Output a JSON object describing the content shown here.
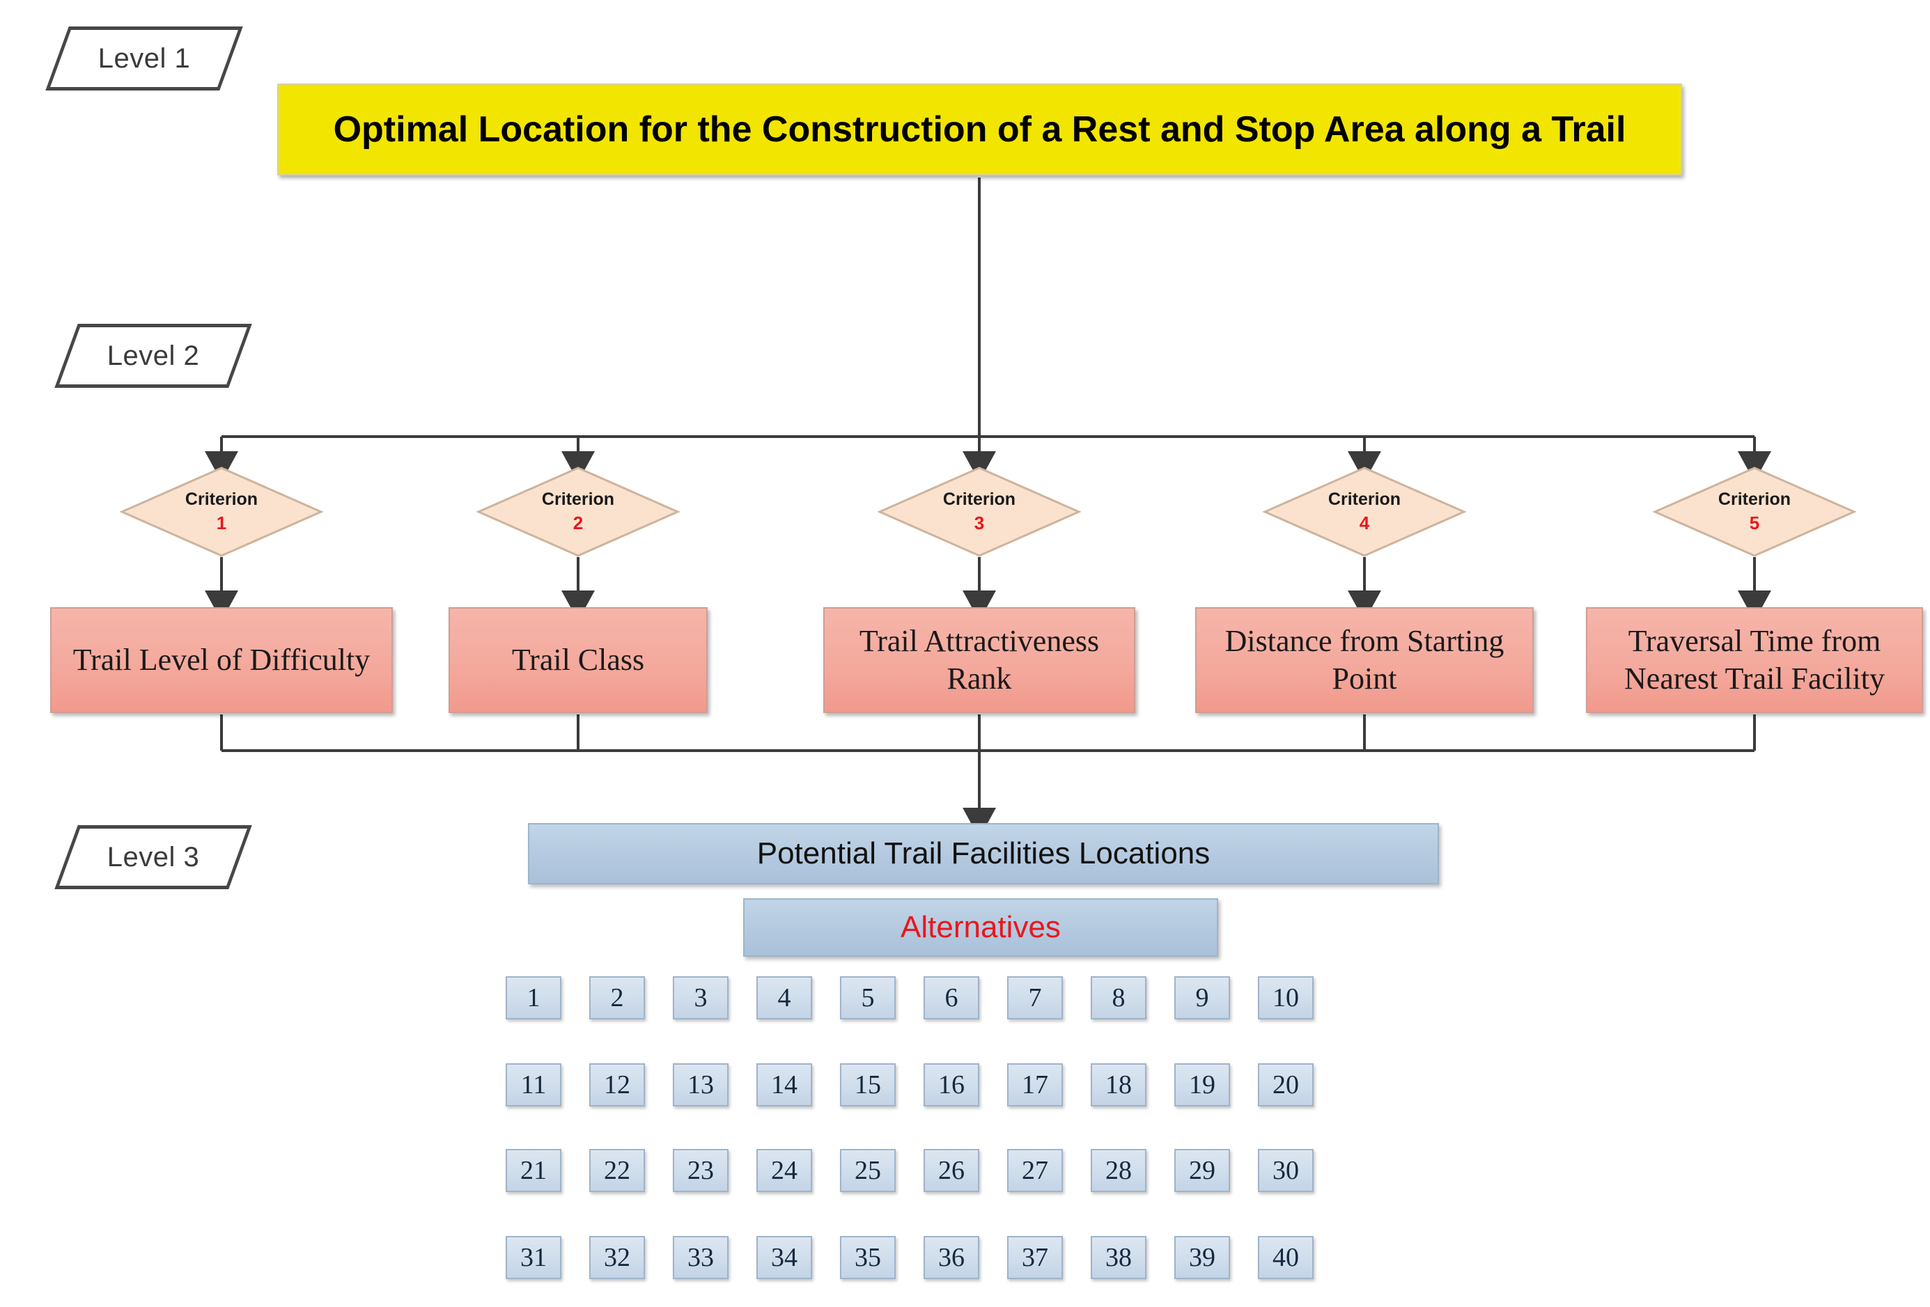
{
  "diagram": {
    "title": "Optimal Location for the Construction of a Rest and Stop Area along a Trail",
    "type": "ahp-hierarchy"
  },
  "levels": [
    {
      "label": "Level 1"
    },
    {
      "label": "Level 2"
    },
    {
      "label": "Level 3"
    }
  ],
  "goal": {
    "text": "Optimal Location for the Construction of a Rest and Stop Area along a Trail",
    "fill": "#F2E500",
    "text_color": "#000000"
  },
  "criteria": [
    {
      "diamond_title": "Criterion",
      "diamond_number": "1",
      "box_label": "Trail Level of Difficulty"
    },
    {
      "diamond_title": "Criterion",
      "diamond_number": "2",
      "box_label": "Trail Class"
    },
    {
      "diamond_title": "Criterion",
      "diamond_number": "3",
      "box_label": "Trail Attractiveness Rank"
    },
    {
      "diamond_title": "Criterion",
      "diamond_number": "4",
      "box_label": "Distance from Starting Point"
    },
    {
      "diamond_title": "Criterion",
      "diamond_number": "5",
      "box_label": "Traversal Time from Nearest Trail Facility"
    }
  ],
  "alternatives_section": {
    "header": "Potential Trail Facilities Locations",
    "subheader": "Alternatives",
    "rows": [
      [
        "1",
        "2",
        "3",
        "4",
        "5",
        "6",
        "7",
        "8",
        "9",
        "10"
      ],
      [
        "11",
        "12",
        "13",
        "14",
        "15",
        "16",
        "17",
        "18",
        "19",
        "20"
      ],
      [
        "21",
        "22",
        "23",
        "24",
        "25",
        "26",
        "27",
        "28",
        "29",
        "30"
      ],
      [
        "31",
        "32",
        "33",
        "34",
        "35",
        "36",
        "37",
        "38",
        "39",
        "40"
      ]
    ]
  },
  "colors": {
    "goal_fill": "#F2E500",
    "criterion_diamond_fill": "#FAE2CE",
    "criterion_box_fill": "#F4AFA4",
    "alternative_box_fill": "#B3CCE3",
    "accent_red": "#E8171C",
    "connector": "#3b3b3b"
  }
}
